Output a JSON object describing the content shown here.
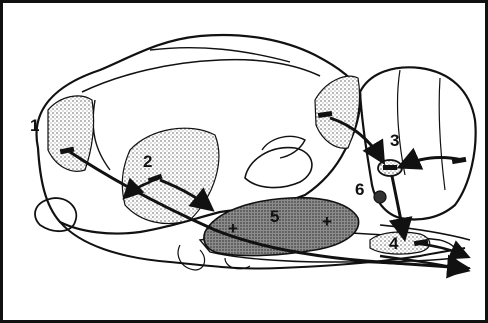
{
  "diagram": {
    "labels": {
      "l1": "1",
      "l2": "2",
      "l3": "3",
      "l4": "4",
      "l5": "5",
      "l6": "6"
    },
    "region_marks": {
      "minus": "-",
      "plus": "+"
    },
    "colors": {
      "ink": "#111111",
      "shade": "#9a9a9a",
      "dark_shade": "#6e6e6e",
      "background": "#ffffff"
    }
  }
}
